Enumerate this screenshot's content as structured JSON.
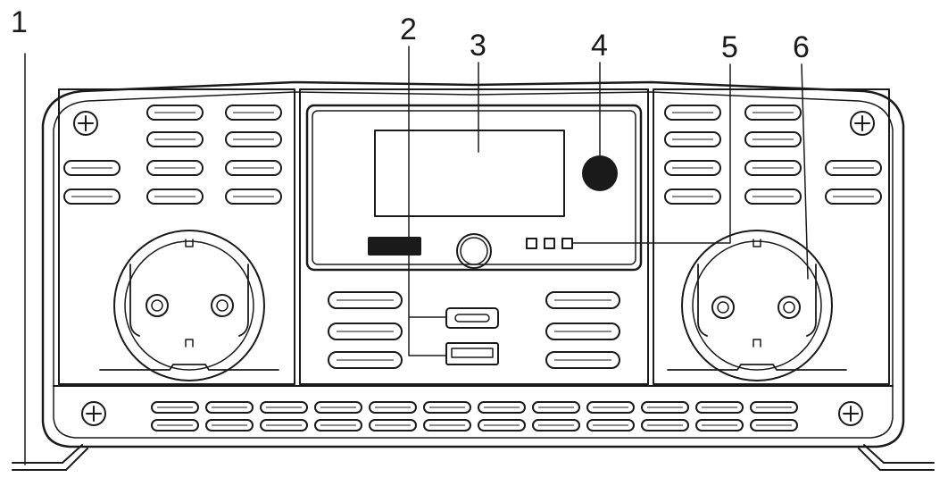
{
  "callouts": [
    {
      "id": "c1",
      "label": "1"
    },
    {
      "id": "c2",
      "label": "2"
    },
    {
      "id": "c3",
      "label": "3"
    },
    {
      "id": "c4",
      "label": "4"
    },
    {
      "id": "c5",
      "label": "5"
    },
    {
      "id": "c6",
      "label": "6"
    }
  ],
  "colors": {
    "stroke": "#1a1a1a",
    "fill_dark": "#1a1a1a",
    "background": "#ffffff"
  },
  "icons": [
    "screw-icon",
    "ac-socket-icon",
    "usb-c-port-icon",
    "usb-a-port-icon",
    "power-button-icon",
    "indicator-led-icon"
  ]
}
